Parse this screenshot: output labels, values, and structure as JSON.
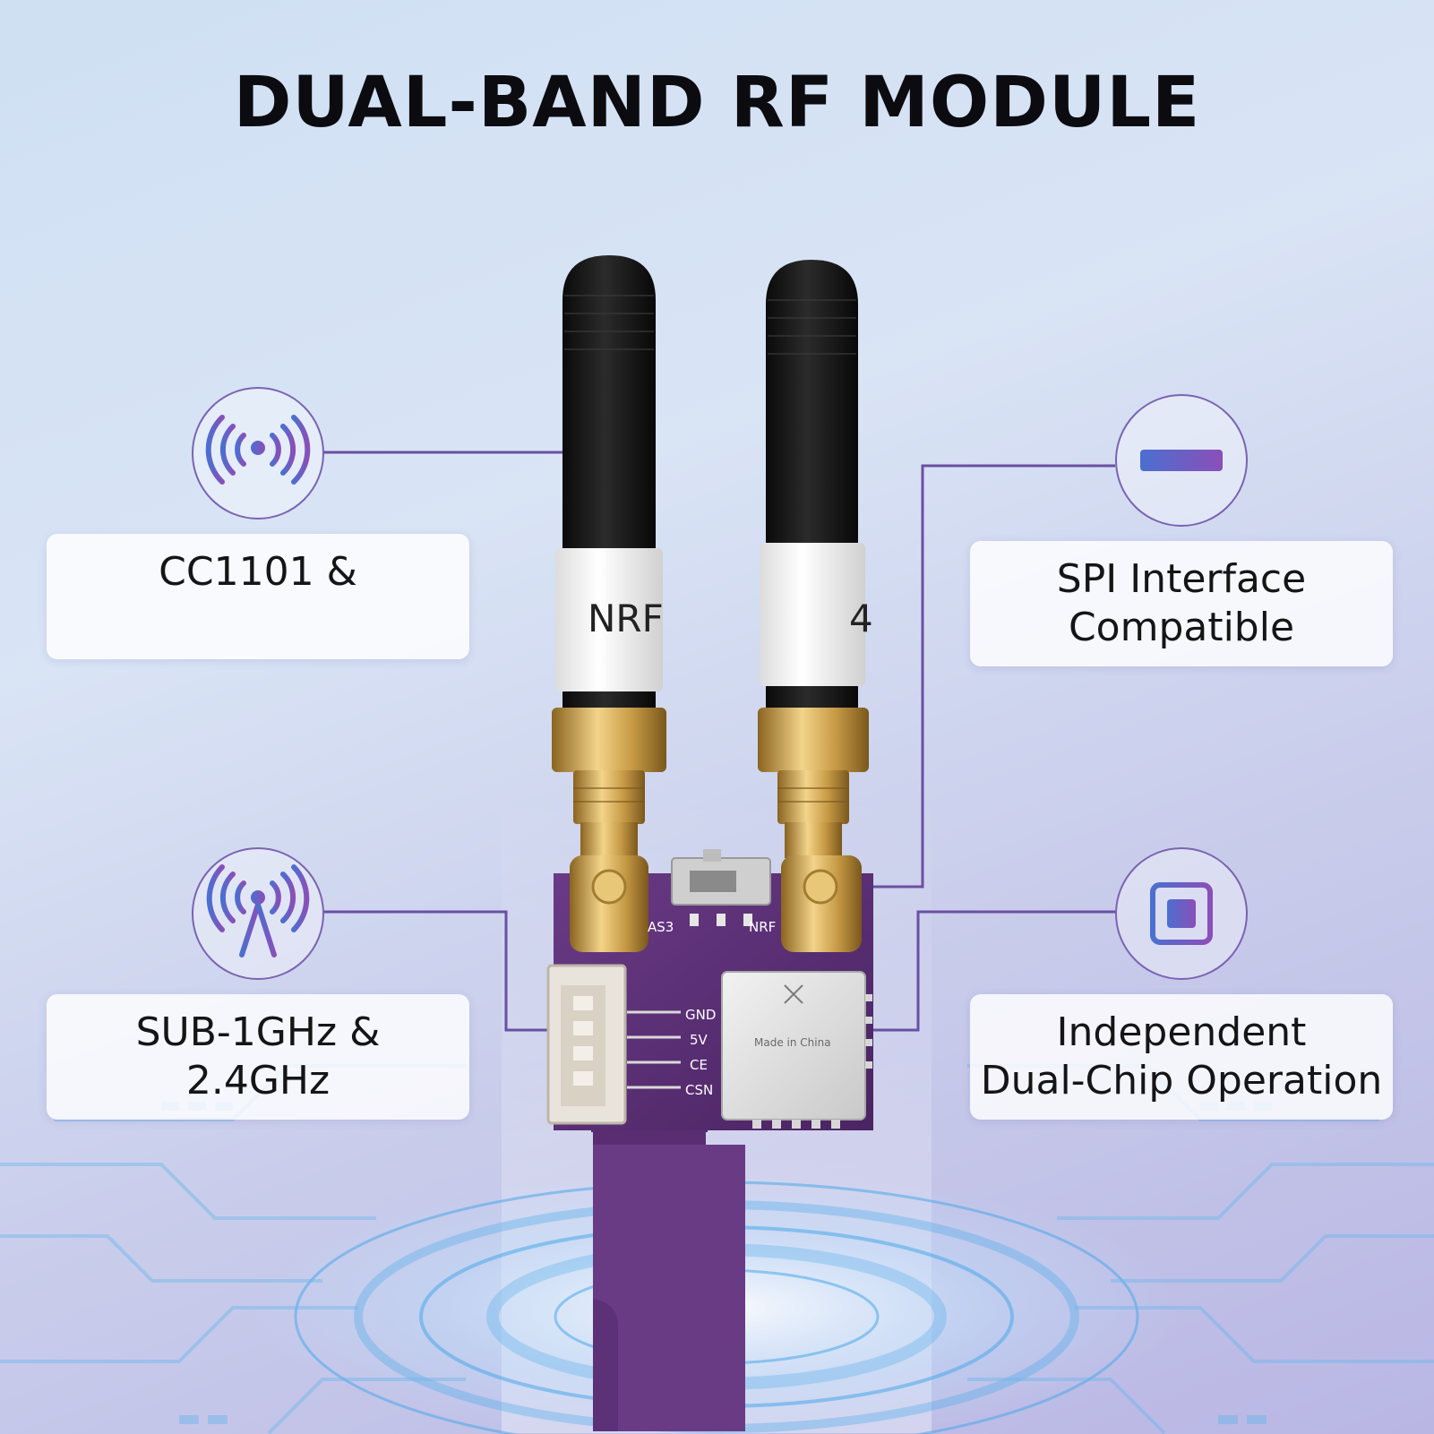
{
  "title": "DUAL-BAND RF MODULE",
  "features": {
    "top_left": {
      "lines": [
        "CC1101 &",
        ""
      ],
      "icon": "antenna-signal-icon"
    },
    "bottom_left": {
      "lines": [
        "SUB-1GHz &",
        "2.4GHz"
      ],
      "icon": "radio-tower-icon"
    },
    "top_right": {
      "lines": [
        "SPI Interface",
        "Compatible"
      ],
      "icon": "pin-header-icon"
    },
    "bottom_right": {
      "lines": [
        "Independent",
        "Dual-Chip Operation"
      ],
      "icon": "chip-icon"
    }
  },
  "product": {
    "antenna_label_left": "NRF",
    "antenna_label_right": "4",
    "switch_left": "AS3",
    "switch_right": "NRF",
    "pins": [
      "GND",
      "5V",
      "CE",
      "CSN"
    ],
    "module_text": [
      "Made in China"
    ]
  },
  "colors": {
    "accent": "#6a4fa3",
    "pcb": "#5b2f76",
    "title": "#0c0c10"
  }
}
